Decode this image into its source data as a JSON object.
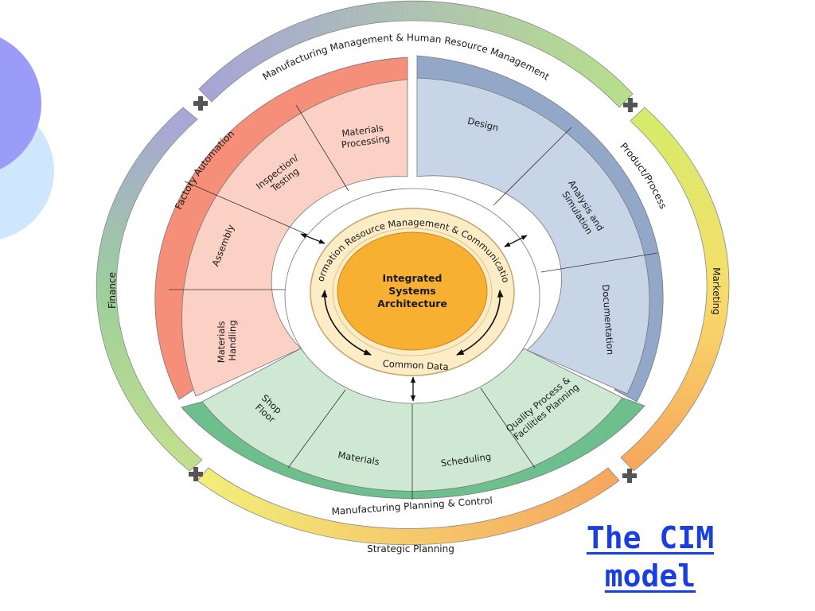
{
  "outer_ring": {
    "top": "Manufacturing Management & Human Resource Management",
    "right": "Marketing",
    "bottom": "Strategic Planning",
    "left": "Finance"
  },
  "quadrants": {
    "factory_automation": {
      "title": "Factory Automation",
      "segments": [
        "Materials Processing",
        "Inspection/ Testing",
        "Assembly",
        "Materials Handling"
      ],
      "colors": {
        "band": "#f58f79",
        "fill": "#fcd1c5"
      }
    },
    "product_process": {
      "title": "Product/Process",
      "segments": [
        "Design",
        "Analysis and Simulation",
        "Documentation"
      ],
      "colors": {
        "band": "#93a8c9",
        "fill": "#c7d5e6"
      }
    },
    "manufacturing_planning": {
      "title": "Manufacturing Planning & Control",
      "segments": [
        "Shop Floor",
        "Materials",
        "Scheduling",
        "Quality Process & Facilities Planning"
      ],
      "colors": {
        "band": "#6dbf8d",
        "fill": "#cfe8d4"
      }
    }
  },
  "inner_ring": {
    "top": "Information Resource Management & Communications",
    "bottom": "Common Data"
  },
  "core": {
    "line1": "Integrated",
    "line2": "Systems",
    "line3": "Architecture"
  },
  "caption": {
    "line1": "The CIM",
    "line2": "model"
  },
  "colors": {
    "core": "#f7b032",
    "inner_ring": "#fdedc7",
    "caption": "#1a3fe0",
    "deco_circle_dark": "#9b9cf7",
    "deco_circle_light": "#cfe7fd"
  }
}
